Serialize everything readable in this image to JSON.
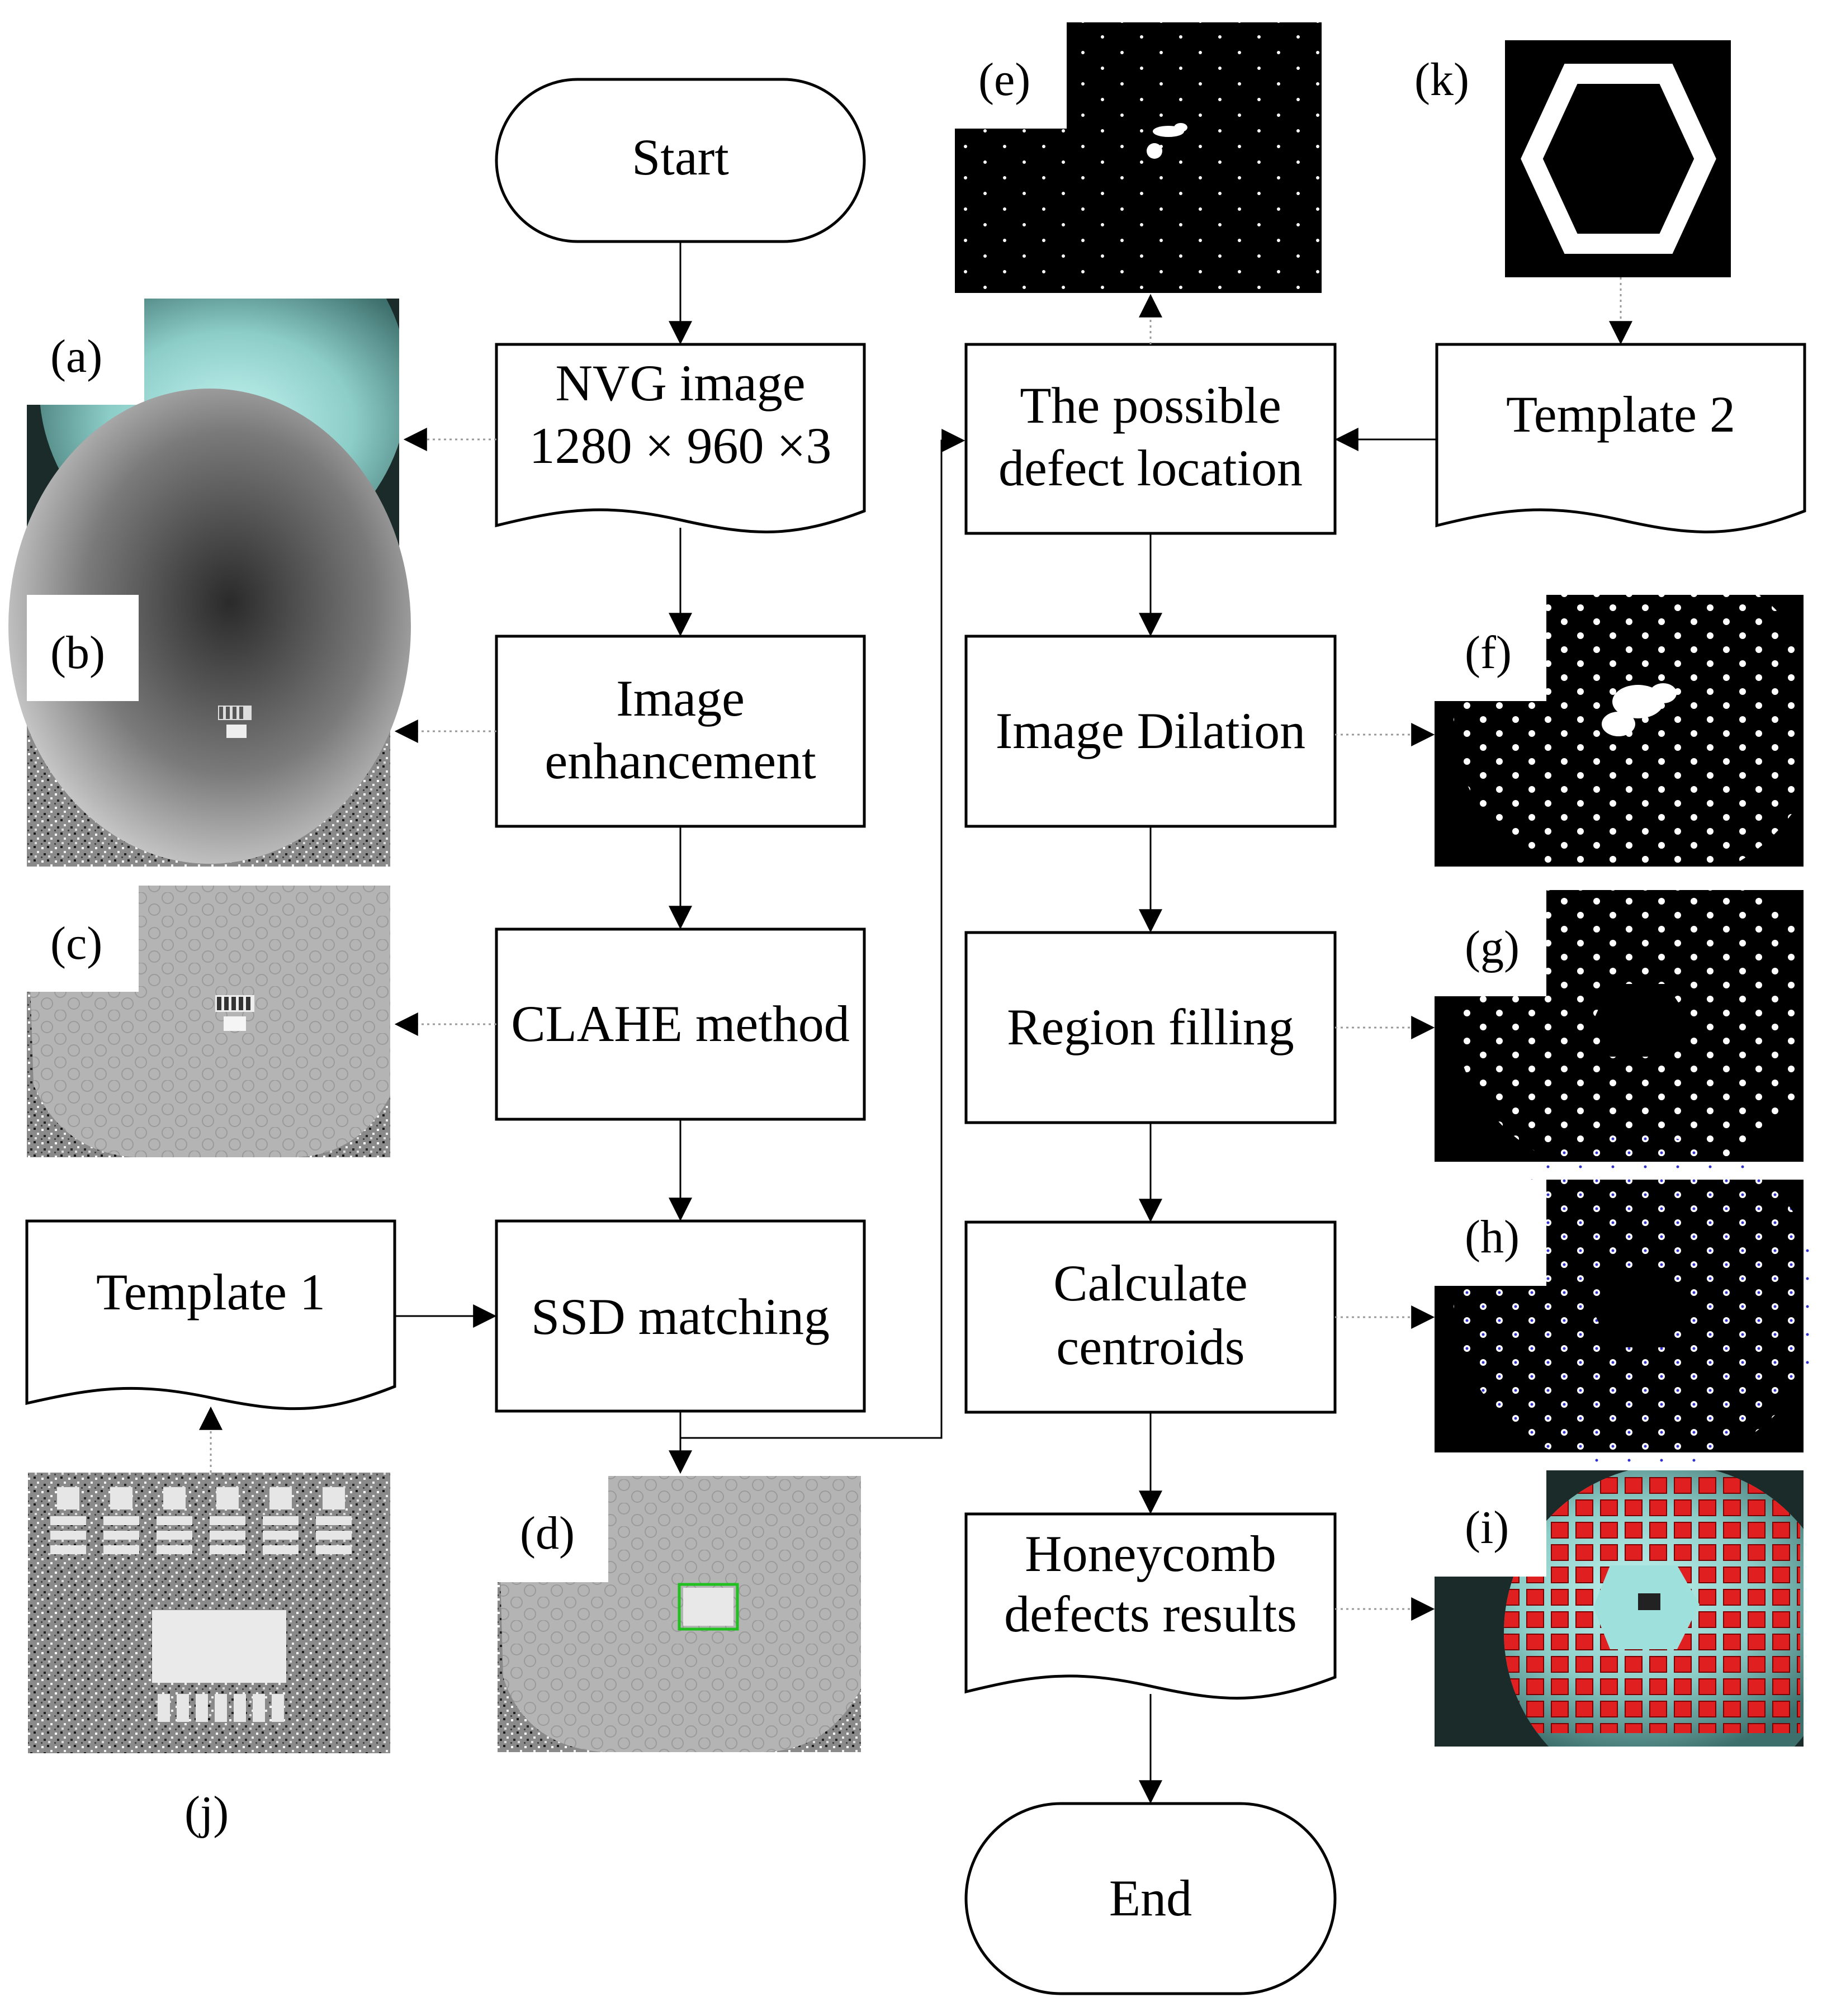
{
  "flow_left": {
    "start": "Start",
    "nvg_image_line1": "NVG image",
    "nvg_image_line2": "1280 × 960 ×3",
    "enhancement_line1": "Image",
    "enhancement_line2": "enhancement",
    "clahe": "CLAHE method",
    "ssd": "SSD matching",
    "template1": "Template 1"
  },
  "flow_right": {
    "possible_line1": "The possible",
    "possible_line2": "defect location",
    "template2": "Template 2",
    "dilation": "Image Dilation",
    "region_filling": "Region filling",
    "centroids_line1": "Calculate",
    "centroids_line2": "centroids",
    "results_line1": "Honeycomb",
    "results_line2": "defects results",
    "end": "End"
  },
  "panels": {
    "a": "(a)",
    "b": "(b)",
    "c": "(c)",
    "d": "(d)",
    "e": "(e)",
    "f": "(f)",
    "g": "(g)",
    "h": "(h)",
    "i": "(i)",
    "j": "(j)",
    "k": "(k)"
  },
  "colors": {
    "line": "#000000",
    "dotted": "#999999",
    "teal_center": "#a8e8e4",
    "teal_edge": "#4a8a86",
    "defect_red": "#e02020",
    "centroid_blue": "#3030d0",
    "match_green": "#20c020"
  }
}
